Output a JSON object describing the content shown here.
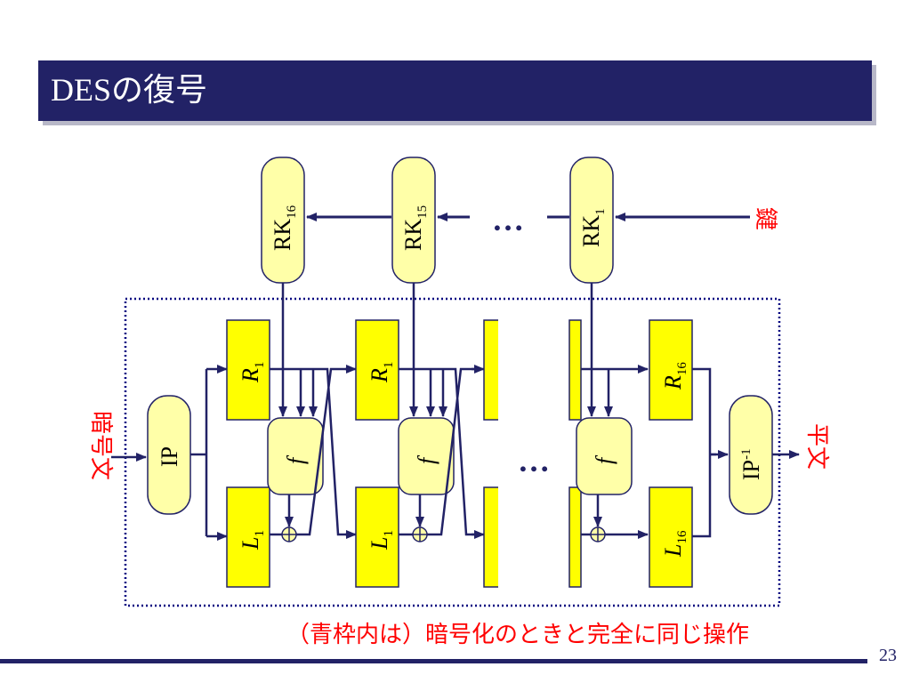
{
  "slide": {
    "title": "DESの復号",
    "page_number": "23"
  },
  "diagram": {
    "round_keys": [
      "RK",
      "RK",
      "RK"
    ],
    "round_key_subscripts": [
      "16",
      "15",
      "1"
    ],
    "ellipsis": "…",
    "key_label": "鍵",
    "input_label": "暗号文",
    "output_label": "平文",
    "initial_permutation": "IP",
    "final_permutation": "IP",
    "final_permutation_superscript": "-1",
    "function_label": "f",
    "right_halves": [
      "R",
      "R",
      "R"
    ],
    "right_subscripts": [
      "1",
      "1",
      "16"
    ],
    "left_halves": [
      "L",
      "L",
      "L"
    ],
    "left_subscripts": [
      "1",
      "1",
      "16"
    ],
    "note": "（青枠内は）暗号化のときと完全に同じ操作",
    "colors": {
      "navy": "#222266",
      "yellow": "#ffff00",
      "pale_yellow": "#ffffa8",
      "red": "#ff0000",
      "border": "#000080"
    }
  }
}
